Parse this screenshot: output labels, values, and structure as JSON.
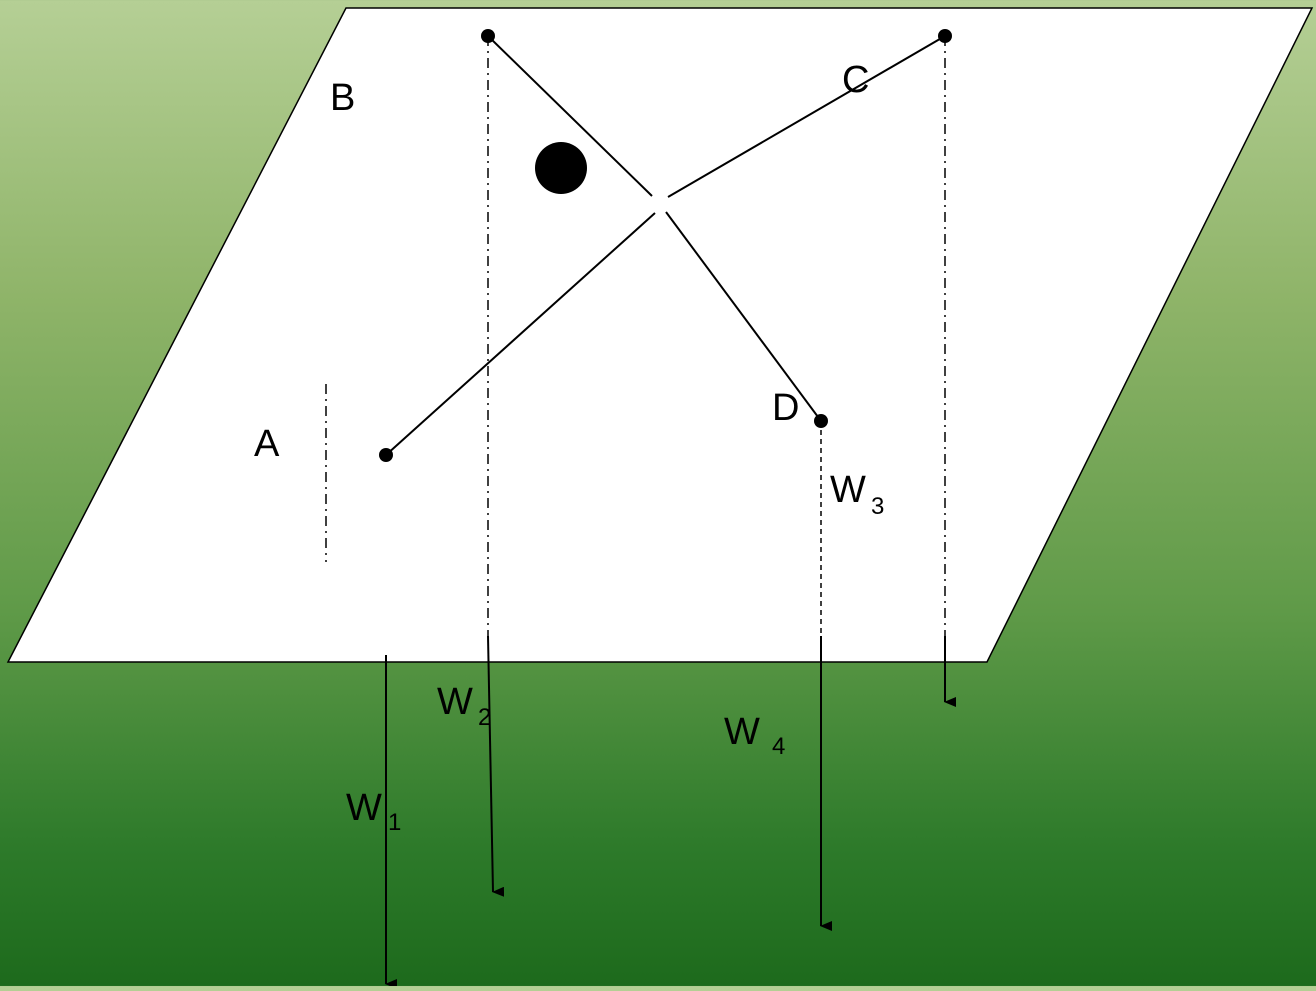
{
  "labels": {
    "a": "A",
    "b": "B",
    "c": "C",
    "d": "D"
  },
  "weights": {
    "w1": {
      "base": "W",
      "sub": "1"
    },
    "w2": {
      "base": "W",
      "sub": "2"
    },
    "w3": {
      "base": "W",
      "sub": "3"
    },
    "w4": {
      "base": "W",
      "sub": "4"
    }
  },
  "colors": {
    "plane_fill": "#ffffff",
    "line": "#000000",
    "background_top": "#b5cf95",
    "background_bottom": "#1d6a1c"
  }
}
